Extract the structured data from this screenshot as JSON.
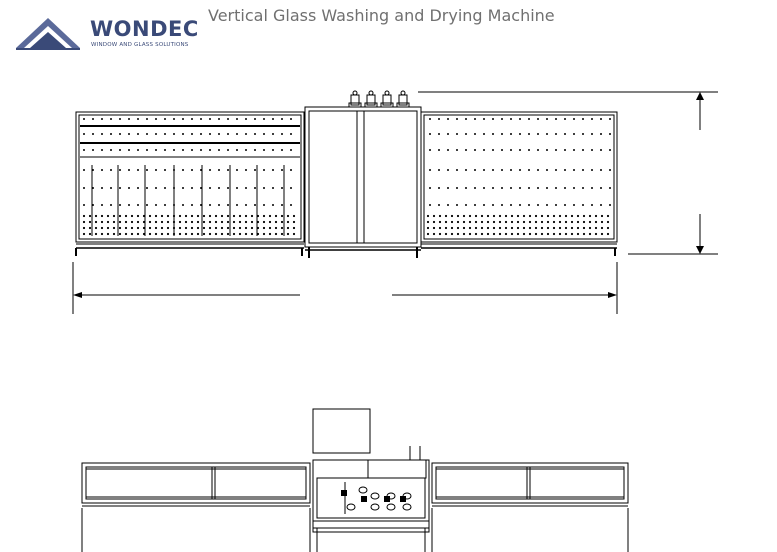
{
  "logo": {
    "brand": "WONDEC",
    "tagline": "WINDOW AND GLASS SOLUTIONS",
    "color": "#3a4a78"
  },
  "title": "Vertical Glass Washing and Drying Machine",
  "drawing": {
    "views": [
      "front-elevation",
      "top-plan"
    ],
    "line_color": "#000000"
  }
}
